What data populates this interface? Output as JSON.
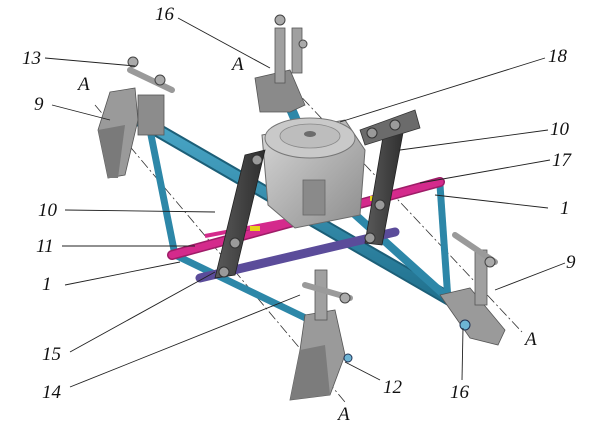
{
  "labels": {
    "l13": "13",
    "l16_top": "16",
    "l18": "18",
    "lA_left": "A",
    "lA_top": "A",
    "l9_left": "9",
    "l10_right": "10",
    "l17": "17",
    "l10_left": "10",
    "l1_right": "1",
    "l11": "11",
    "l9_right": "9",
    "l1_left": "1",
    "lA_right": "A",
    "l15": "15",
    "l16_bottom": "16",
    "l12": "12",
    "l14": "14",
    "lA_bottom": "A"
  },
  "colors": {
    "frame_blue": "#2d87a8",
    "crossbar_magenta": "#d42a8c",
    "lower_bar_purple": "#5b4c9a",
    "link_gray": "#4a4a4a",
    "housing_gray": "#b4b4b4",
    "yellow_pin": "#e8d21a"
  }
}
